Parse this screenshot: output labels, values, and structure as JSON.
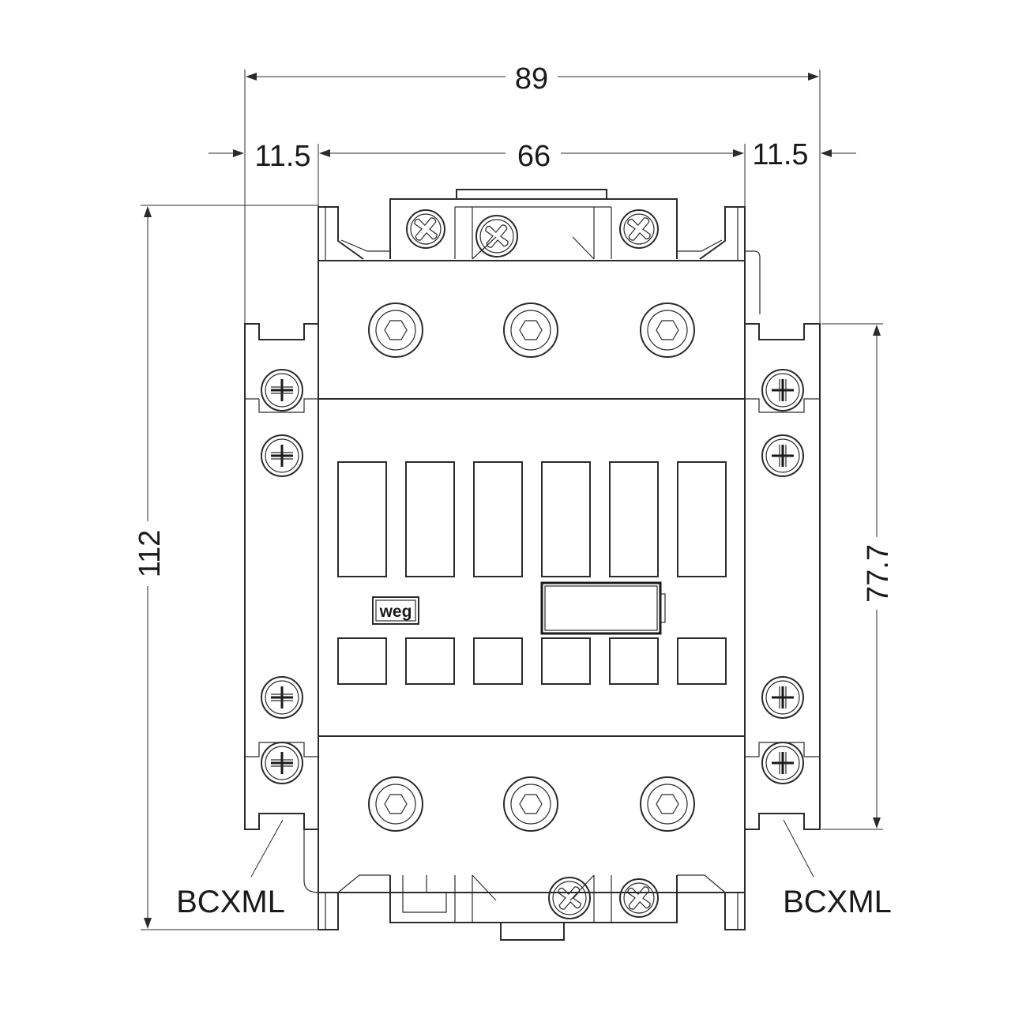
{
  "dimensions": {
    "overall_width": "89",
    "left_offset": "11.5",
    "center_width": "66",
    "right_offset": "11.5",
    "overall_height": "112",
    "mount_height": "77.7"
  },
  "callouts": {
    "left_accessory": "BCXML",
    "right_accessory": "BCXML"
  },
  "logo_text": "weg",
  "colors": {
    "line": "#2b2b2b",
    "background": "#ffffff"
  }
}
